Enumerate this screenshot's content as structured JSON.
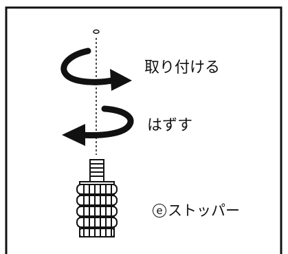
{
  "labels": {
    "attach": "取り付ける",
    "remove": "はずす",
    "part_letter": "e",
    "part_name": "ストッパー"
  },
  "colors": {
    "line": "#111111",
    "background": "#ffffff"
  },
  "icons": {
    "attach_arrow": "rotate-clockwise-arrow-icon",
    "remove_arrow": "rotate-counterclockwise-arrow-icon",
    "part": "threaded-stopper-icon"
  }
}
